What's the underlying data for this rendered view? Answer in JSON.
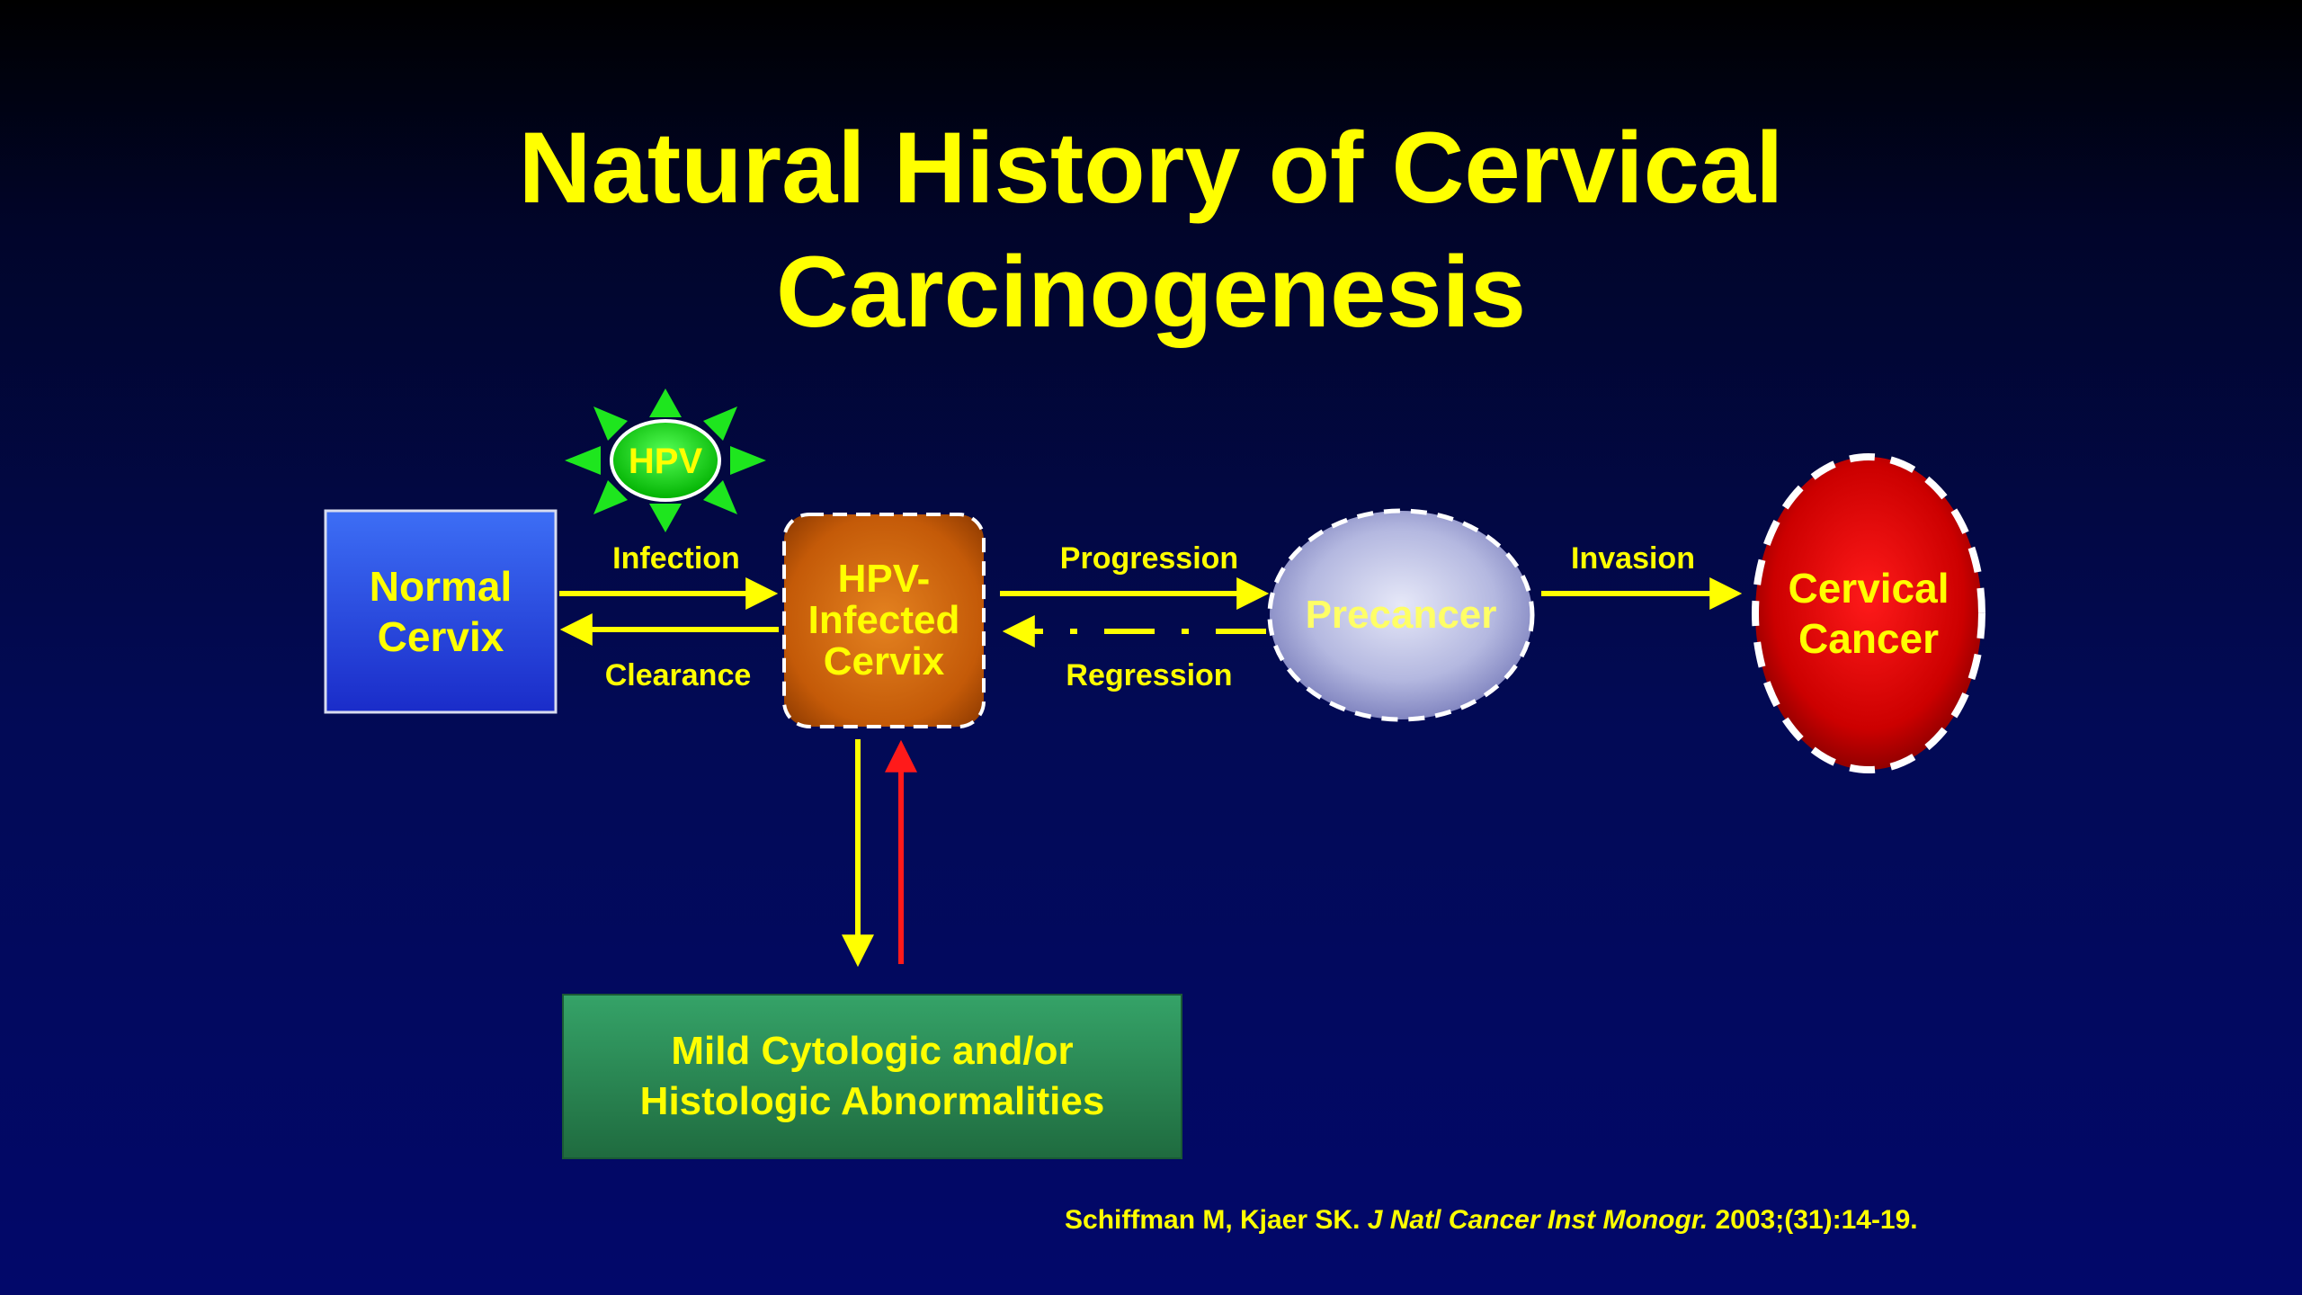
{
  "title": {
    "line1": "Natural History of Cervical",
    "line2": "Carcinogenesis"
  },
  "nodes": {
    "hpv_virus": "HPV",
    "normal_cervix": {
      "line1": "Normal",
      "line2": "Cervix"
    },
    "hpv_infected": {
      "line1": "HPV-",
      "line2": "Infected",
      "line3": "Cervix"
    },
    "precancer": "Precancer",
    "cervical_cancer": {
      "line1": "Cervical",
      "line2": "Cancer"
    },
    "mild_abnormalities": {
      "line1": "Mild Cytologic and/or",
      "line2": "Histologic Abnormalities"
    }
  },
  "edges": {
    "infection": "Infection",
    "clearance": "Clearance",
    "progression": "Progression",
    "regression": "Regression",
    "invasion": "Invasion"
  },
  "citation": {
    "authors": "Schiffman M, Kjaer SK.",
    "journal": "J Natl Cancer Inst Monogr.",
    "details": "2003;(31):14-19."
  },
  "colors": {
    "text": "#ffff00",
    "normal_box": "#2a4fe0",
    "infected_box": "#d46a0a",
    "precancer": "#b9bde6",
    "cancer": "#d40000",
    "mild_box": "#2f8a55",
    "hpv_virus": "#1ee61e",
    "regression_up_arrow": "#ff1a1a"
  }
}
